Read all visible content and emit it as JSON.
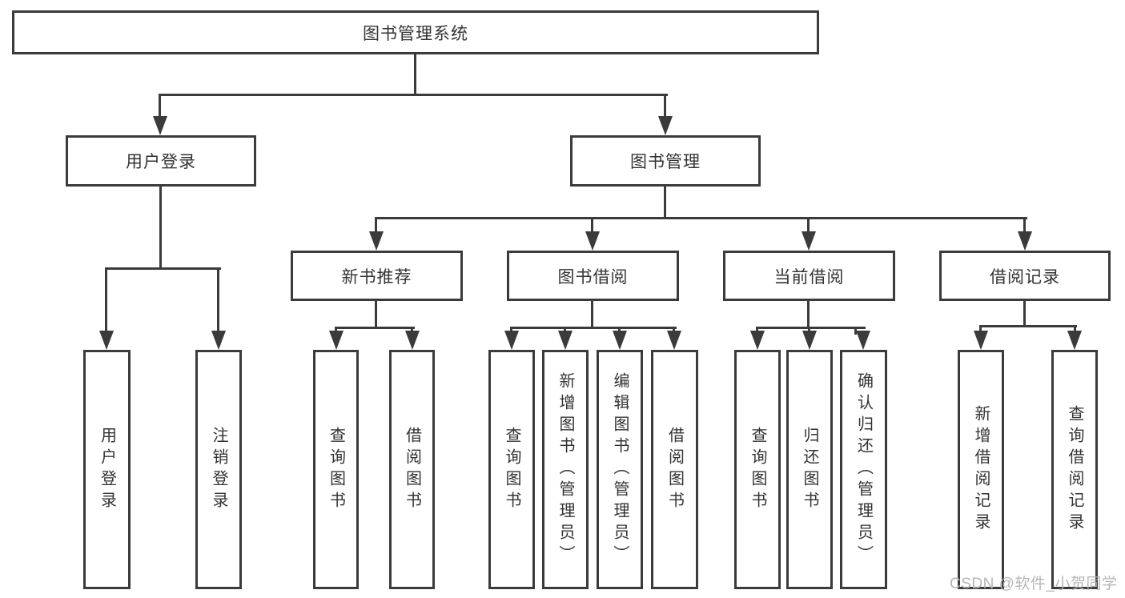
{
  "tree": {
    "root": "图书管理系统",
    "children": [
      {
        "label": "用户登录",
        "children": [
          "用户登录",
          "注销登录"
        ]
      },
      {
        "label": "图书管理",
        "children": [
          {
            "label": "新书推荐",
            "children": [
              "查询图书",
              "借阅图书"
            ]
          },
          {
            "label": "图书借阅",
            "children": [
              "查询图书",
              "新增图书（管理员）",
              "编辑图书（管理员）",
              "借阅图书"
            ]
          },
          {
            "label": "当前借阅",
            "children": [
              "查询图书",
              "归还图书",
              "确认归还（管理员）"
            ]
          },
          {
            "label": "借阅记录",
            "children": [
              "新增借阅记录",
              "查询借阅记录"
            ]
          }
        ]
      }
    ]
  },
  "watermark": "CSDN @软件_小贺同学",
  "colors": {
    "line": "#3b3b3b",
    "text": "#333333",
    "background": "#ffffff",
    "watermark": "#b2b2b2"
  }
}
